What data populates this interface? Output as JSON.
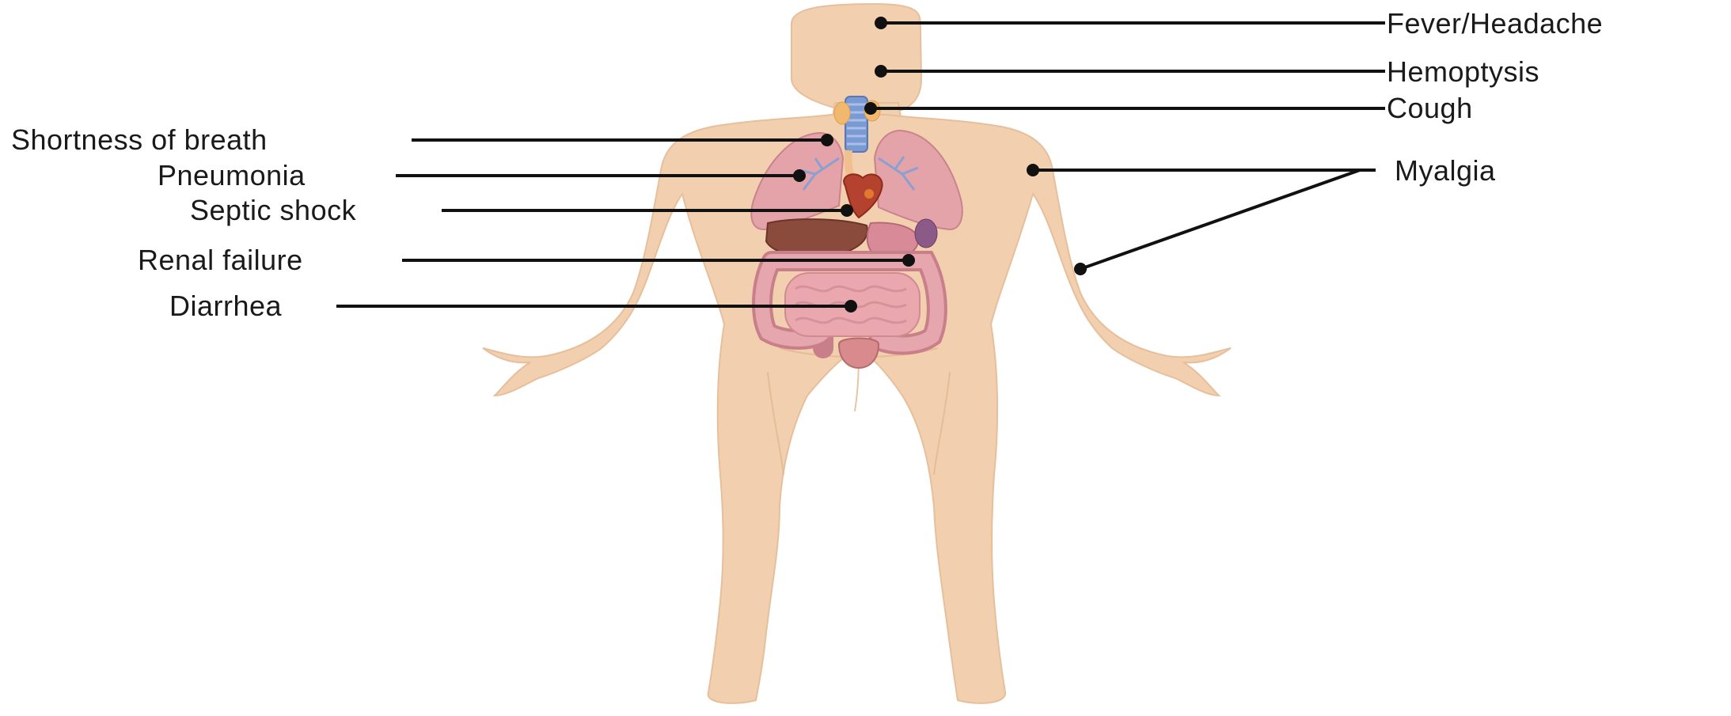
{
  "figure": {
    "background": "#ffffff",
    "skin_color": "#f2cfae",
    "skin_shadow": "#e4b894",
    "leader_color": "#111111"
  },
  "labels": {
    "fever_headache": "Fever/Headache",
    "hemoptysis": "Hemoptysis",
    "cough": "Cough",
    "myalgia": "Myalgia",
    "shortness_of_breath": "Shortness of breath",
    "pneumonia": "Pneumonia",
    "septic_shock": "Septic shock",
    "renal_failure": "Renal failure",
    "diarrhea": "Diarrhea"
  },
  "organs": {
    "trachea": "trachea",
    "lungs": "lungs",
    "heart": "heart",
    "liver": "liver",
    "stomach": "stomach",
    "kidneys": "kidneys",
    "small_intestine": "small-intestine",
    "large_intestine": "large-intestine",
    "bladder": "bladder"
  }
}
